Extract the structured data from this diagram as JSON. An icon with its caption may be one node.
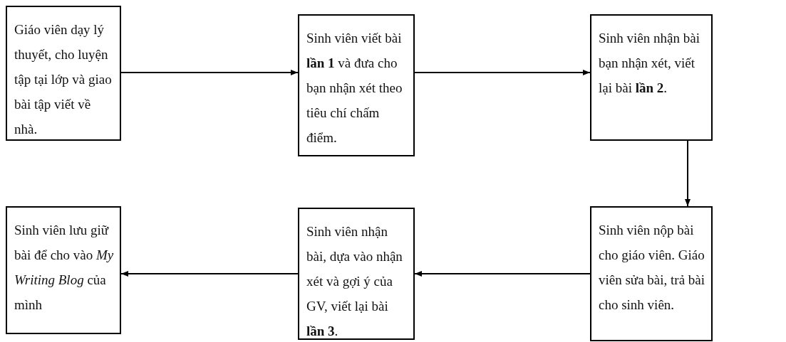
{
  "diagram": {
    "nodes": [
      {
        "text": [
          "Giáo viên dạy lý thuyết, cho luyện tập tại lớp và giao bài tập viết về nhà."
        ]
      },
      {
        "text": [
          "Sinh viên viết bài **lần 1** và đưa cho bạn nhận xét theo tiêu chí chấm điểm."
        ]
      },
      {
        "text": [
          "Sinh viên nhận bài bạn nhận xét, viết lại bài **lần 2**."
        ]
      },
      {
        "text": [
          "Sinh viên nộp bài cho giáo viên. Giáo viên sửa bài, trả bài cho sinh viên."
        ]
      },
      {
        "text": [
          "Sinh viên nhận bài, dựa vào nhận xét và gợi ý của GV, viết lại bài **lần 3**."
        ]
      },
      {
        "text": [
          "Sinh viên lưu giữ bài để cho vào *My Writing Blog* của mình"
        ]
      }
    ],
    "edges": [
      {
        "from": 0,
        "to": 1,
        "arrow": "to"
      },
      {
        "from": 1,
        "to": 2,
        "arrow": "to"
      },
      {
        "from": 2,
        "to": 3,
        "arrow": "to"
      },
      {
        "from": 3,
        "to": 4,
        "arrow": "to"
      },
      {
        "from": 4,
        "to": 5,
        "arrow": "to"
      }
    ]
  }
}
